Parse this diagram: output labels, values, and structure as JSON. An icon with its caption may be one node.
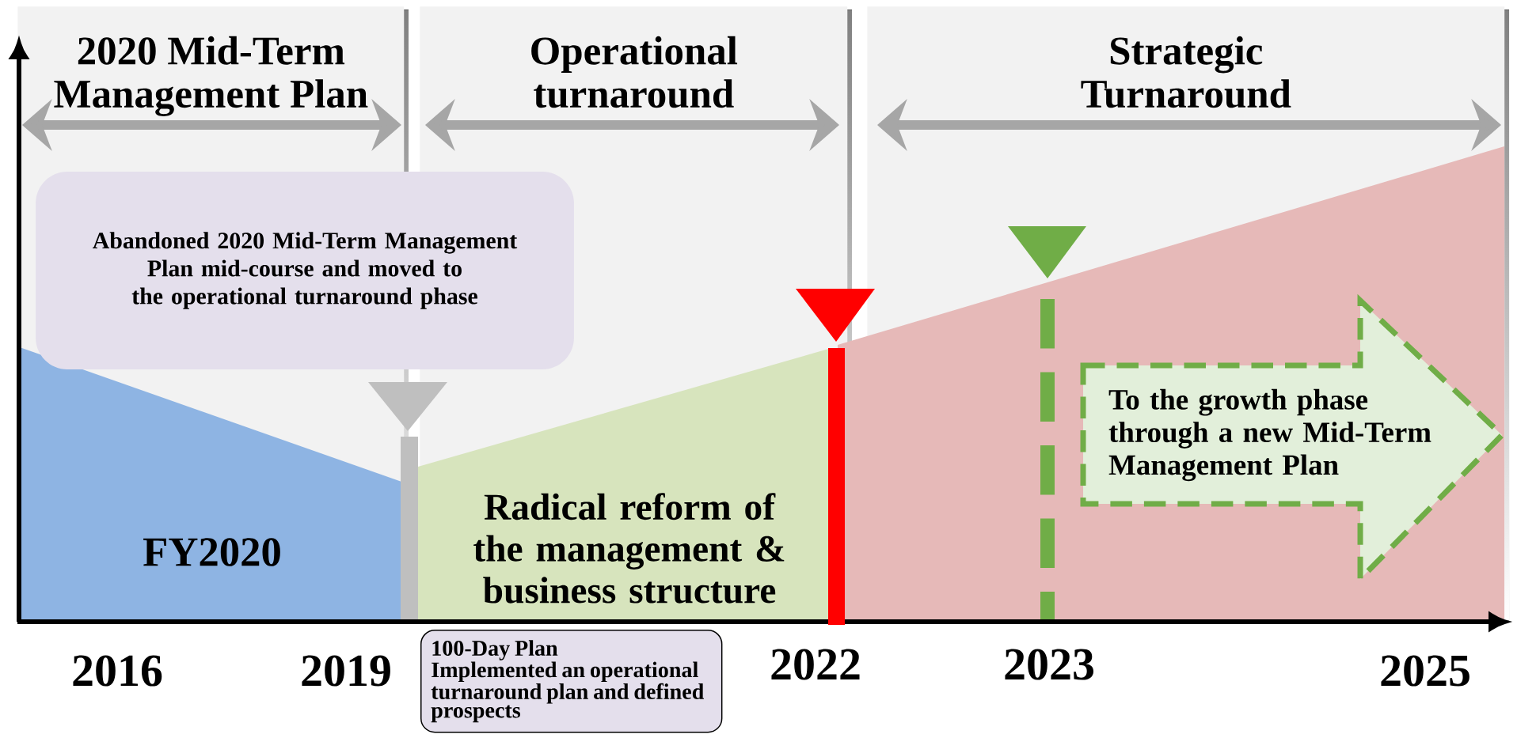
{
  "diagram": {
    "nodes": [
      {
        "text": [
          "2020 Mid-Term Management Plan"
        ]
      },
      {
        "text": [
          "Operational turnaround"
        ]
      },
      {
        "text": [
          "Strategic Turnaround"
        ]
      },
      {
        "text": [
          "Abandoned 2020 Mid-Term Management Plan mid-course and moved to the operational turnaround phase"
        ]
      },
      {
        "text": [
          "FY2020"
        ],
        "in": 0
      },
      {
        "text": [
          "Radical reform of the management & business structure"
        ],
        "in": 1
      },
      {
        "text": [
          "To the growth phase through a new Mid-Term Management Plan"
        ],
        "in": 2
      },
      {
        "text": [
          "100-Day Plan",
          "Implemented an operational turnaround plan and defined prospects"
        ]
      }
    ],
    "labels": [
      "2016",
      "2019",
      "2022",
      "2023",
      "2025"
    ]
  }
}
